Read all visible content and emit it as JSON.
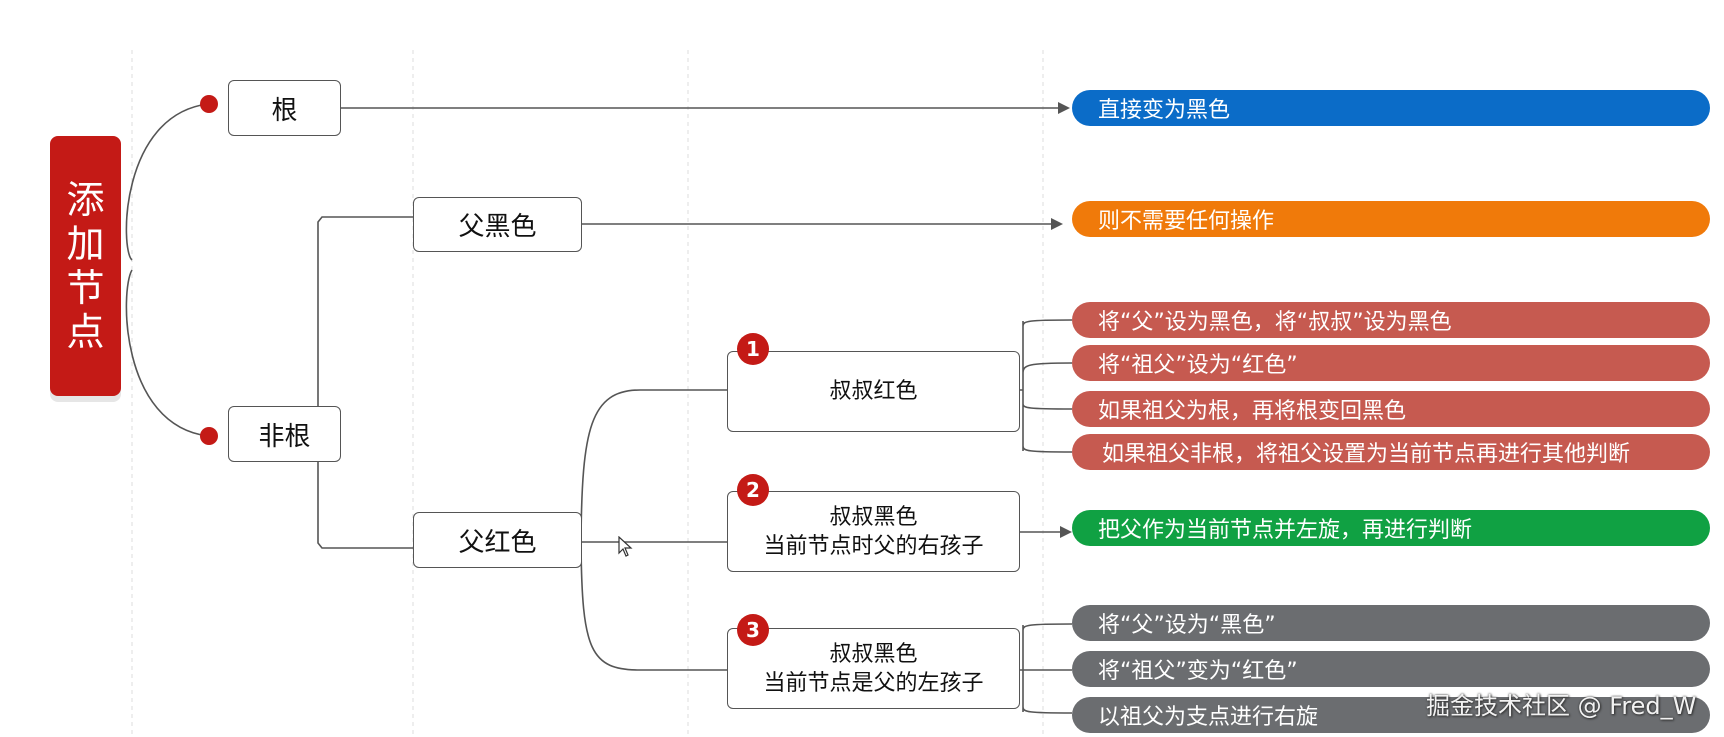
{
  "root": {
    "label": "添加节点"
  },
  "branches": {
    "root": {
      "label": "根"
    },
    "non_root": {
      "label": "非根"
    }
  },
  "parent": {
    "black": {
      "label": "父黑色"
    },
    "red": {
      "label": "父红色"
    }
  },
  "cases": [
    {
      "num": "1",
      "line1": "叔叔红色",
      "line2": ""
    },
    {
      "num": "2",
      "line1": "叔叔黑色",
      "line2": "当前节点时父的右孩子"
    },
    {
      "num": "3",
      "line1": "叔叔黑色",
      "line2": "当前节点是父的左孩子"
    }
  ],
  "actions": {
    "root": "直接变为黑色",
    "parent_black": "则不需要任何操作",
    "case1": [
      "将“父”设为黑色，将“叔叔”设为黑色",
      "将“祖父”设为“红色”",
      "如果祖父为根，再将根变回黑色",
      "如果祖父非根，将祖父设置为当前节点再进行其他判断"
    ],
    "case2": "把父作为当前节点并左旋，再进行判断",
    "case3": [
      "将“父”设为“黑色”",
      "将“祖父”变为“红色”",
      "以祖父为支点进行右旋"
    ]
  },
  "colors": {
    "root_node": "#c41a16",
    "blue": "#0b6cc8",
    "orange": "#f07a0a",
    "case1": "#c65a50",
    "green": "#10a143",
    "case3": "#6b6d70"
  },
  "watermark": "掘金技术社区 @ Fred_W"
}
